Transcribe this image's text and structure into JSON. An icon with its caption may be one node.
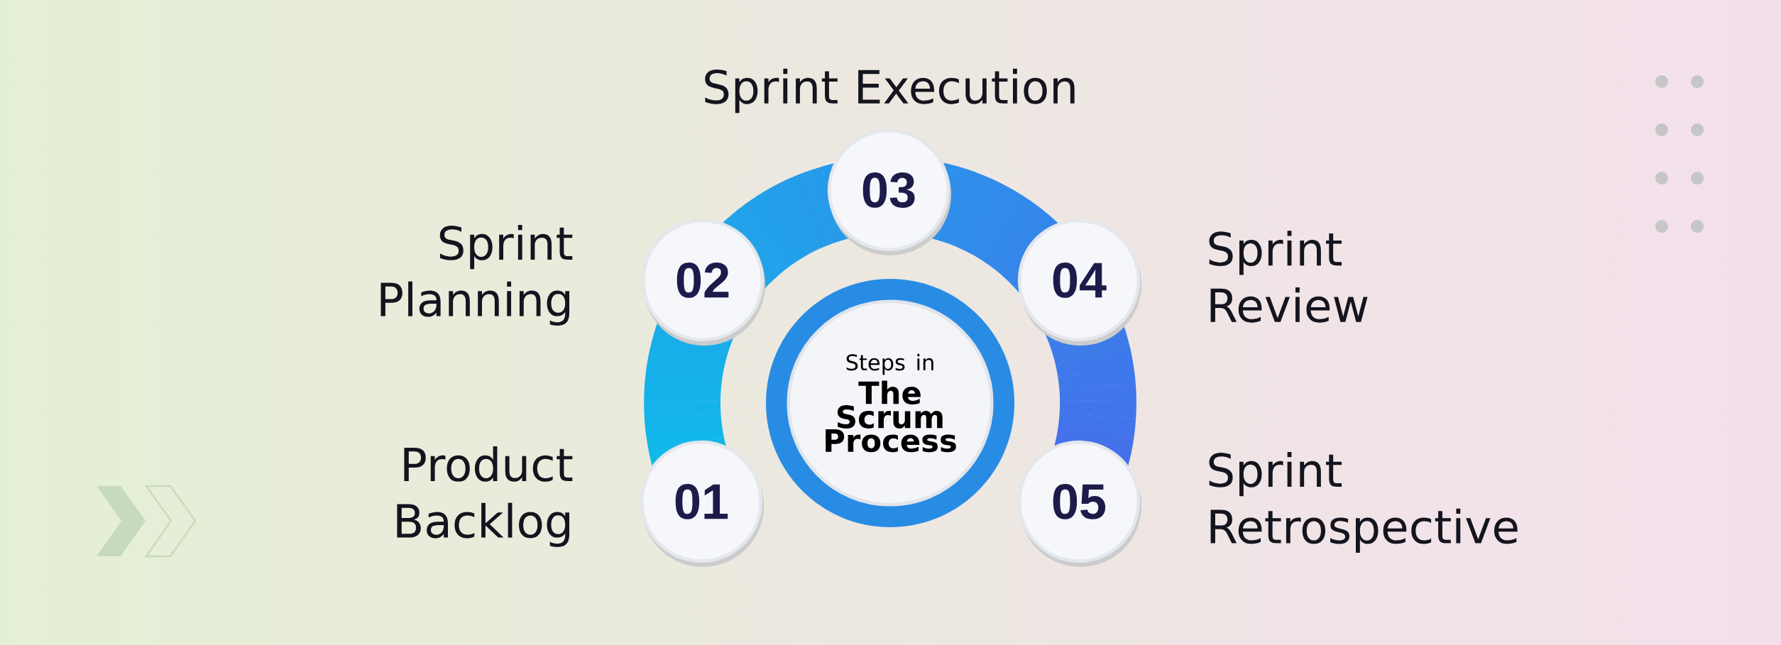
{
  "diagram": {
    "nodes": [
      {
        "text": [
          "01"
        ],
        "beside": [
          "Product Backlog"
        ]
      },
      {
        "text": [
          "02"
        ],
        "beside": [
          "Sprint Planning"
        ]
      },
      {
        "text": [
          "03"
        ],
        "beside": [
          "Sprint Execution"
        ]
      },
      {
        "text": [
          "04"
        ],
        "beside": [
          "Sprint Review"
        ]
      },
      {
        "text": [
          "05"
        ],
        "beside": [
          "Sprint Retrospective"
        ]
      },
      {
        "text": [
          "Steps in",
          "The Scrum Process"
        ]
      }
    ]
  }
}
